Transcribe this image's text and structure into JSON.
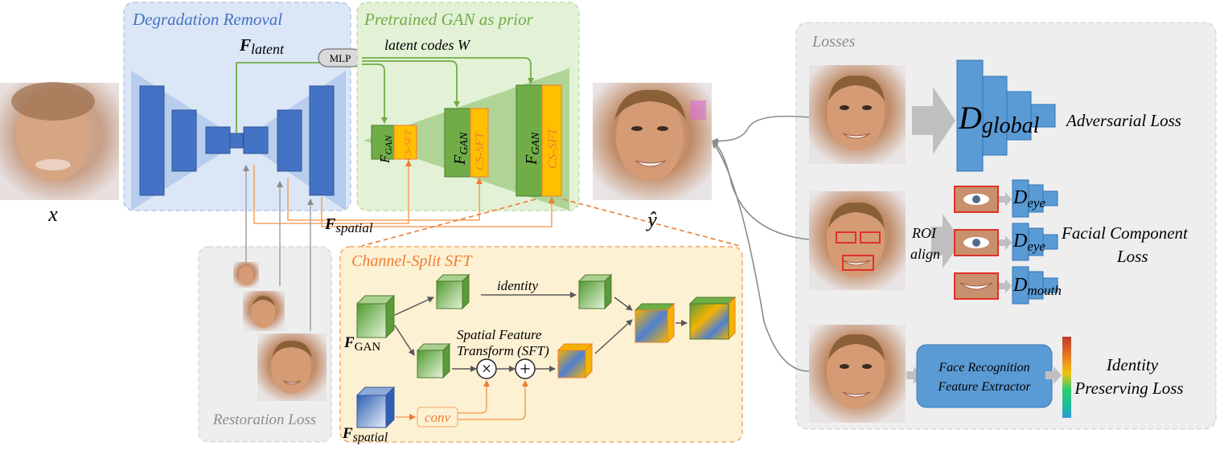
{
  "colors": {
    "blue_block": "#4472c4",
    "blue_panel": "#dbe6f6",
    "green_panel": "#e3f1d6",
    "green_block": "#70ad47",
    "orange": "#f4a460",
    "orange_line": "#ed7d31",
    "sft_panel": "#fdf1d3",
    "gray_panel": "#eeeeee",
    "face_img": "#c89a76",
    "disc_blue": "#5b9bd5",
    "red_box": "#e0302a",
    "gray_arrow": "#a6a6a6"
  },
  "inputs": {
    "x_label": "x",
    "yhat_label": "ŷ"
  },
  "degradation": {
    "title": "Degradation Removal",
    "f_latent_main": "F",
    "f_latent_sub": "latent",
    "mlp_label": "MLP",
    "f_spatial_main": "F",
    "f_spatial_sub": "spatial"
  },
  "gan": {
    "title": "Pretrained GAN as prior",
    "latent_label": "latent codes W",
    "fgan_main": "F",
    "fgan_sub": "GAN",
    "cs_sft": "CS-SFT"
  },
  "restoration": {
    "title": "Restoration Loss"
  },
  "sft": {
    "title": "Channel-Split SFT",
    "identity_label": "identity",
    "sft_line1": "Spatial Feature",
    "sft_line2": "Transform (SFT)",
    "conv_label": "conv",
    "fgan_main": "F",
    "fgan_sub": "GAN",
    "fspatial_main": "F",
    "fspatial_sub": "spatial",
    "times_symbol": "×",
    "plus_symbol": "+"
  },
  "losses": {
    "title": "Losses",
    "d_global_main": "D",
    "d_global_sub": "global",
    "adversarial": "Adversarial Loss",
    "roi_line1": "ROI",
    "roi_line2": "align",
    "d_main": "D",
    "d_eye_sub": "eye",
    "d_mouth_sub": "mouth",
    "facial_line1": "Facial Component",
    "facial_line2": "Loss",
    "face_rec_line1": "Face Recognition",
    "face_rec_line2": "Feature Extractor",
    "identity_line1": "Identity",
    "identity_line2": "Preserving Loss"
  }
}
